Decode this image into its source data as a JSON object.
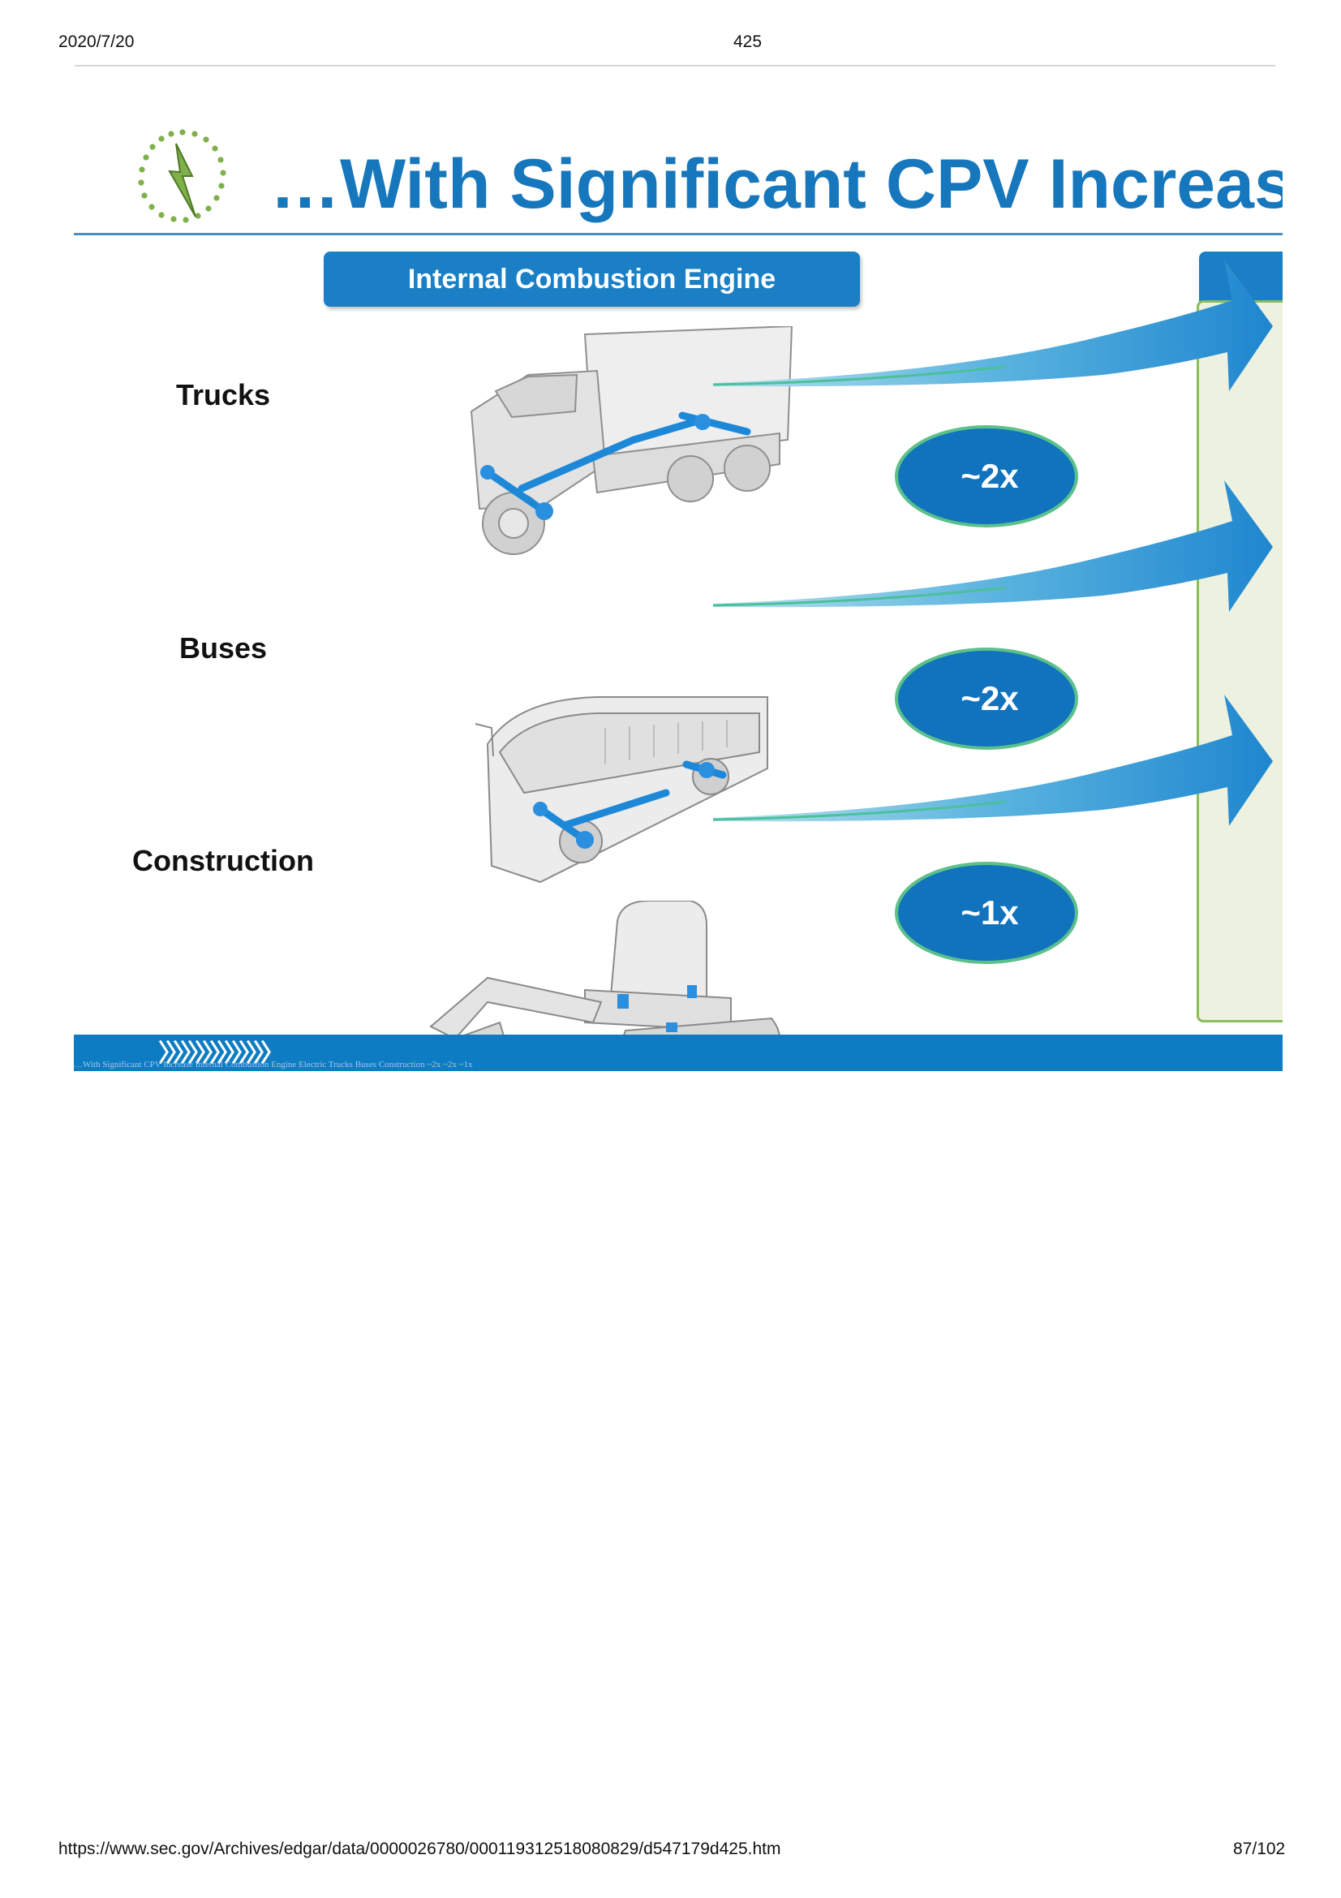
{
  "page_header": {
    "date": "2020/7/20",
    "page_title": "425"
  },
  "slide": {
    "title": "…With Significant CPV Increase",
    "ice_banner": "Internal Combustion Engine",
    "rows": [
      {
        "label": "Trucks",
        "multiplier": "~2x"
      },
      {
        "label": "Buses",
        "multiplier": "~2x"
      },
      {
        "label": "Construction",
        "multiplier": "~1x"
      }
    ],
    "footer_chevrons": "〉〉〉〉〉〉〉〉〉〉〉〉〉〉〉",
    "hidden_alt_text": "…With Significant CPV Increase Internal Combustion Engine Electric Trucks Buses Construction ~2x ~2x ~1x",
    "colors": {
      "brand_blue": "#1677bd",
      "banner_blue": "#1a7fc4",
      "panel_green": "#ecf1e0",
      "logo_green": "#7fb04a"
    }
  },
  "page_footer": {
    "url": "https://www.sec.gov/Archives/edgar/data/0000026780/000119312518080829/d547179d425.htm",
    "page_count": "87/102"
  }
}
